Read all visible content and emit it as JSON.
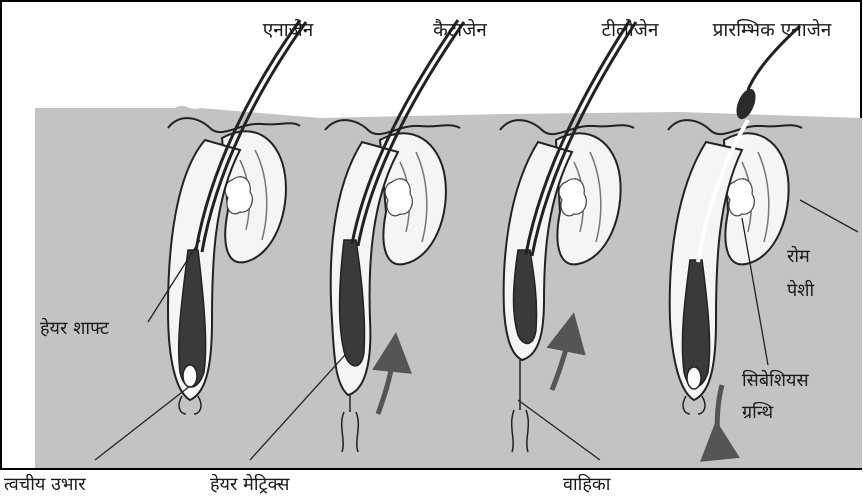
{
  "stages": [
    {
      "key": "anagen",
      "label": "एनाजेन"
    },
    {
      "key": "catagen",
      "label": "कैटाजेन"
    },
    {
      "key": "telogen",
      "label": "टीलोजेन"
    },
    {
      "key": "early_anagen",
      "label": "प्रारम्भिक एनाजेन"
    }
  ],
  "parts": {
    "hair_shaft": "हेयर शाफ्ट",
    "dermal_papilla": "त्वचीय उभार",
    "hair_matrix": "हेयर मेट्रिक्स",
    "vessel": "वाहिका",
    "arrector_muscle_line1": "रोम",
    "arrector_muscle_line2": "पेशी",
    "sebaceous_line1": "सिबेशियस",
    "sebaceous_line2": "ग्रन्थि"
  },
  "colors": {
    "skin": "#c3c3c3",
    "follicle_fill": "#f5f5f5",
    "bulb": "#3a3a3a",
    "stroke": "#222222",
    "frame": "#000000"
  }
}
